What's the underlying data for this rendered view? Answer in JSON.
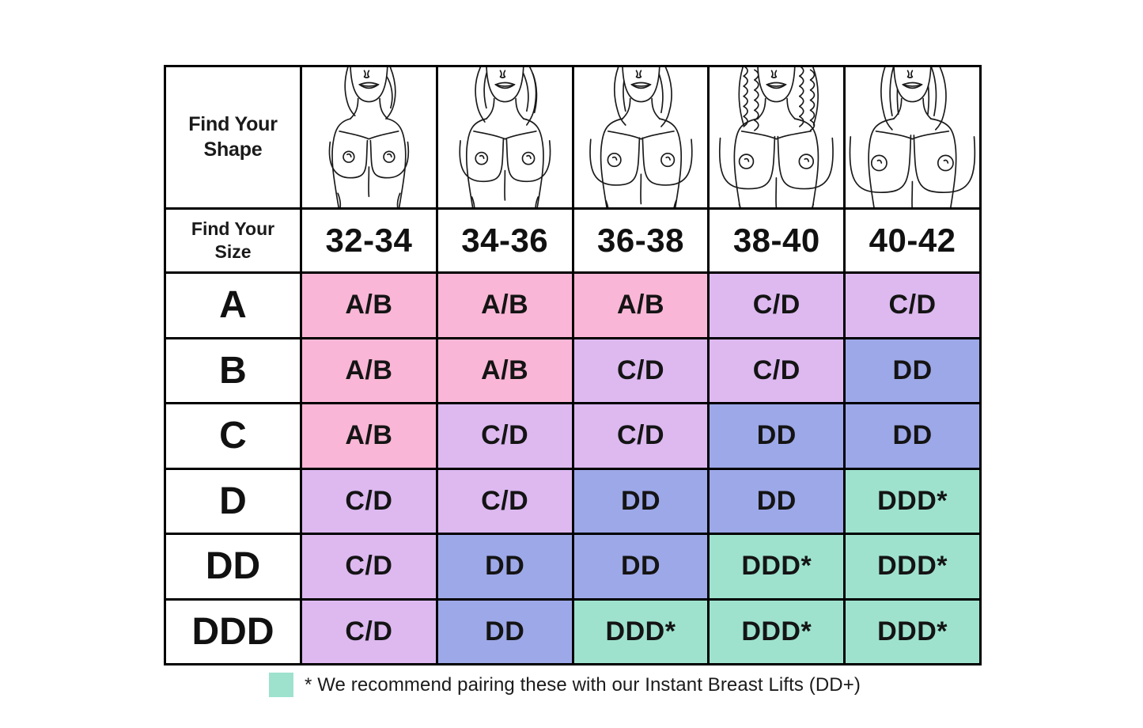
{
  "header": {
    "shape_label": "Find Your Shape",
    "shape_label_line1": "Find Your",
    "shape_label_line2": "Shape",
    "size_label_line1": "Find Your",
    "size_label_line2": "Size",
    "figures": [
      {
        "name": "figure-32-34",
        "hair": "straight-side",
        "bust": 1
      },
      {
        "name": "figure-34-36",
        "hair": "wavy-long",
        "bust": 2
      },
      {
        "name": "figure-36-38",
        "hair": "straight-long",
        "bust": 3
      },
      {
        "name": "figure-38-40",
        "hair": "curly",
        "bust": 4
      },
      {
        "name": "figure-40-42",
        "hair": "straight-parted",
        "bust": 5
      }
    ]
  },
  "columns": [
    "32-34",
    "34-36",
    "36-38",
    "38-40",
    "40-42"
  ],
  "row_labels": [
    "A",
    "B",
    "C",
    "D",
    "DD",
    "DDD"
  ],
  "colors": {
    "pink": "#FAB6D6",
    "purple": "#DDB9F0",
    "blue": "#9DA8E8",
    "mint": "#9EE2CE",
    "white": "#FFFFFF",
    "border": "#000000",
    "text": "#111111"
  },
  "grid": [
    {
      "label": "A",
      "cells": [
        {
          "value": "A/B",
          "color": "pink"
        },
        {
          "value": "A/B",
          "color": "pink"
        },
        {
          "value": "A/B",
          "color": "pink"
        },
        {
          "value": "C/D",
          "color": "purple"
        },
        {
          "value": "C/D",
          "color": "purple"
        }
      ]
    },
    {
      "label": "B",
      "cells": [
        {
          "value": "A/B",
          "color": "pink"
        },
        {
          "value": "A/B",
          "color": "pink"
        },
        {
          "value": "C/D",
          "color": "purple"
        },
        {
          "value": "C/D",
          "color": "purple"
        },
        {
          "value": "DD",
          "color": "blue"
        }
      ]
    },
    {
      "label": "C",
      "cells": [
        {
          "value": "A/B",
          "color": "pink"
        },
        {
          "value": "C/D",
          "color": "purple"
        },
        {
          "value": "C/D",
          "color": "purple"
        },
        {
          "value": "DD",
          "color": "blue"
        },
        {
          "value": "DD",
          "color": "blue"
        }
      ]
    },
    {
      "label": "D",
      "cells": [
        {
          "value": "C/D",
          "color": "purple"
        },
        {
          "value": "C/D",
          "color": "purple"
        },
        {
          "value": "DD",
          "color": "blue"
        },
        {
          "value": "DD",
          "color": "blue"
        },
        {
          "value": "DDD*",
          "color": "mint"
        }
      ]
    },
    {
      "label": "DD",
      "cells": [
        {
          "value": "C/D",
          "color": "purple"
        },
        {
          "value": "DD",
          "color": "blue"
        },
        {
          "value": "DD",
          "color": "blue"
        },
        {
          "value": "DDD*",
          "color": "mint"
        },
        {
          "value": "DDD*",
          "color": "mint"
        }
      ]
    },
    {
      "label": "DDD",
      "cells": [
        {
          "value": "C/D",
          "color": "purple"
        },
        {
          "value": "DD",
          "color": "blue"
        },
        {
          "value": "DDD*",
          "color": "mint"
        },
        {
          "value": "DDD*",
          "color": "mint"
        },
        {
          "value": "DDD*",
          "color": "mint"
        }
      ]
    }
  ],
  "footnote": {
    "text": "* We recommend pairing these with our Instant Breast Lifts (DD+)",
    "swatch_color": "mint"
  }
}
